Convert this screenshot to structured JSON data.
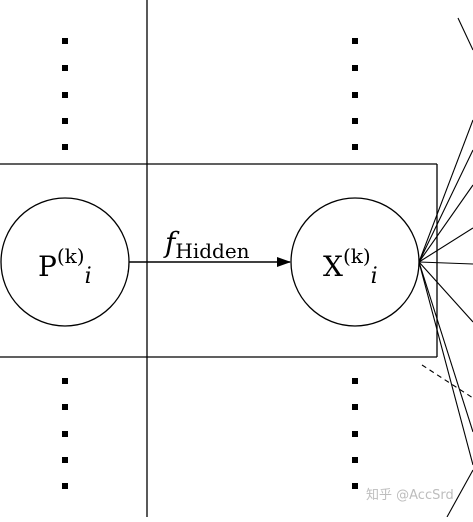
{
  "diagram": {
    "left_node": {
      "base": "P",
      "superscript": "(k)",
      "subscript": "i"
    },
    "right_node": {
      "base": "X",
      "superscript": "(k)",
      "subscript": "i"
    },
    "edge": {
      "base": "f",
      "subscript": "Hidden"
    }
  },
  "watermark": "知乎 @AccSrd"
}
